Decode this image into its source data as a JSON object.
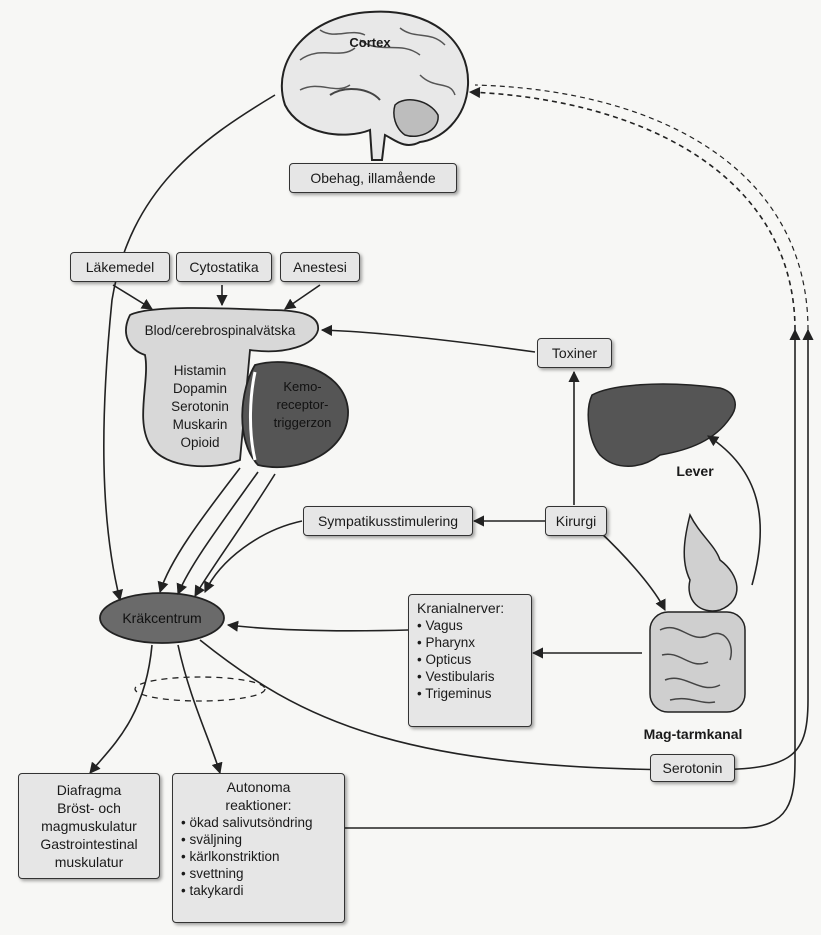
{
  "cortex": {
    "label": "Cortex",
    "feeling": "Obehag, illamående"
  },
  "inputs": [
    "Läkemedel",
    "Cytostatika",
    "Anestesi"
  ],
  "blood": {
    "label": "Blod/cerebrospinalvätska",
    "receptors": [
      "Histamin",
      "Dopamin",
      "Serotonin",
      "Muskarin",
      "Opioid"
    ],
    "ctz": [
      "Kemo-",
      "receptor-",
      "triggerzon"
    ]
  },
  "toxiner": "Toxiner",
  "lever": "Lever",
  "kirurgi": "Kirurgi",
  "sympatikus": "Sympatikusstimulering",
  "krakcentrum": "Kräkcentrum",
  "kranialnerver": {
    "title": "Kranialnerver:",
    "items": [
      "Vagus",
      "Pharynx",
      "Opticus",
      "Vestibularis",
      "Trigeminus"
    ]
  },
  "magtarm": {
    "label": "Mag-tarmkanal",
    "serotonin": "Serotonin"
  },
  "diafragma": [
    "Diafragma",
    "Bröst- och",
    "magmuskulatur",
    "Gastrointestinal",
    "muskulatur"
  ],
  "autonoma": {
    "title": [
      "Autonoma",
      "reaktioner:"
    ],
    "items": [
      "ökad salivutsöndring",
      "sväljning",
      "kärlkonstriktion",
      "svettning",
      "takykardi"
    ]
  },
  "colors": {
    "box": "#e6e6e6",
    "dark_organ": "#555555",
    "light_organ": "#d8d8d8",
    "line": "#222222"
  }
}
